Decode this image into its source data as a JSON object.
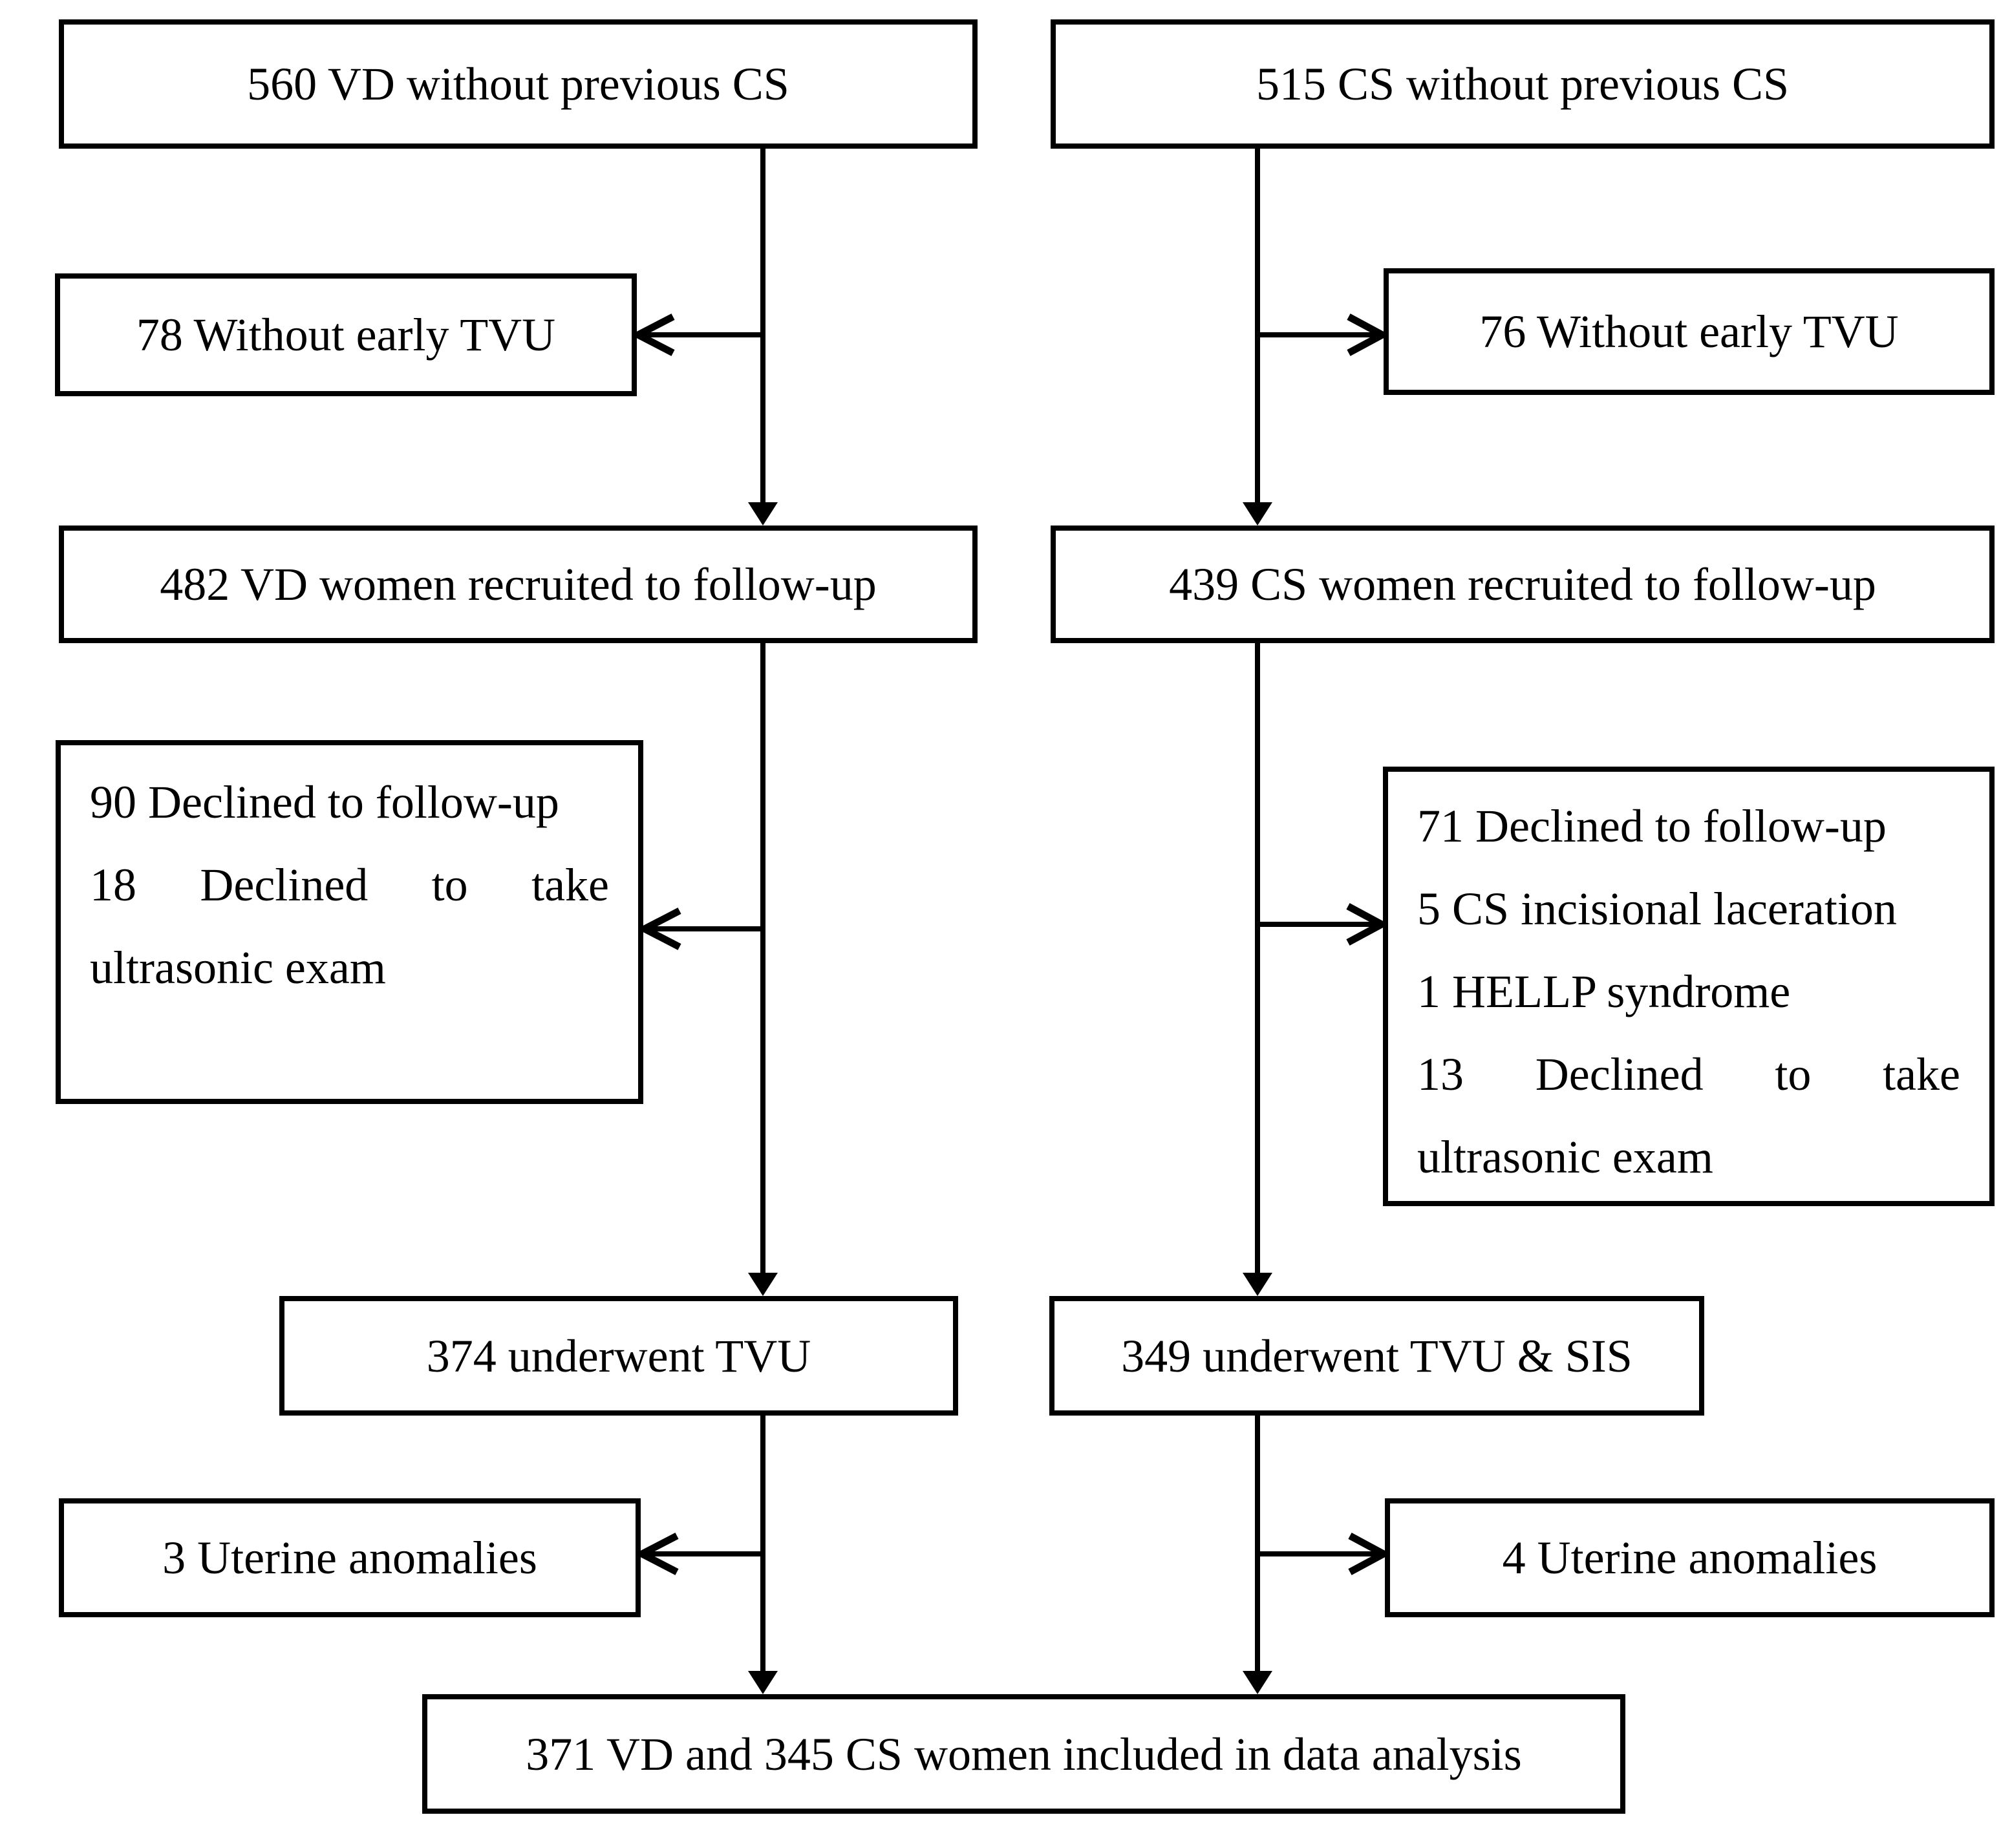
{
  "figure": {
    "background_color": "#ffffff",
    "line_color": "#000000",
    "text_color": "#000000"
  },
  "boxes": {
    "vd_initial": {
      "label": "560 VD without previous CS"
    },
    "cs_initial": {
      "label": "515 CS without previous CS"
    },
    "vd_no_early_tvu": {
      "label": "78 Without early TVU"
    },
    "cs_no_early_tvu": {
      "label": "76 Without early TVU"
    },
    "vd_recruited": {
      "label": "482 VD women recruited to follow-up"
    },
    "cs_recruited": {
      "label": "439 CS women recruited to follow-up"
    },
    "vd_excluded": {
      "lines": [
        {
          "text": "90 Declined to follow-up"
        },
        {
          "text": "18 Declined to take",
          "justify": true
        },
        {
          "text": "ultrasonic exam"
        }
      ]
    },
    "cs_excluded": {
      "lines": [
        {
          "text": "71 Declined to follow-up"
        },
        {
          "text": "5 CS incisional laceration"
        },
        {
          "text": "1 HELLP syndrome"
        },
        {
          "text": "13 Declined to take",
          "justify": true
        },
        {
          "text": "ultrasonic exam"
        }
      ]
    },
    "vd_underwent": {
      "label": "374 underwent TVU"
    },
    "cs_underwent": {
      "label": "349 underwent TVU & SIS"
    },
    "vd_anomalies": {
      "label": "3 Uterine anomalies"
    },
    "cs_anomalies": {
      "label": "4 Uterine anomalies"
    },
    "final": {
      "label": "371 VD and 345 CS women included in data analysis"
    }
  }
}
